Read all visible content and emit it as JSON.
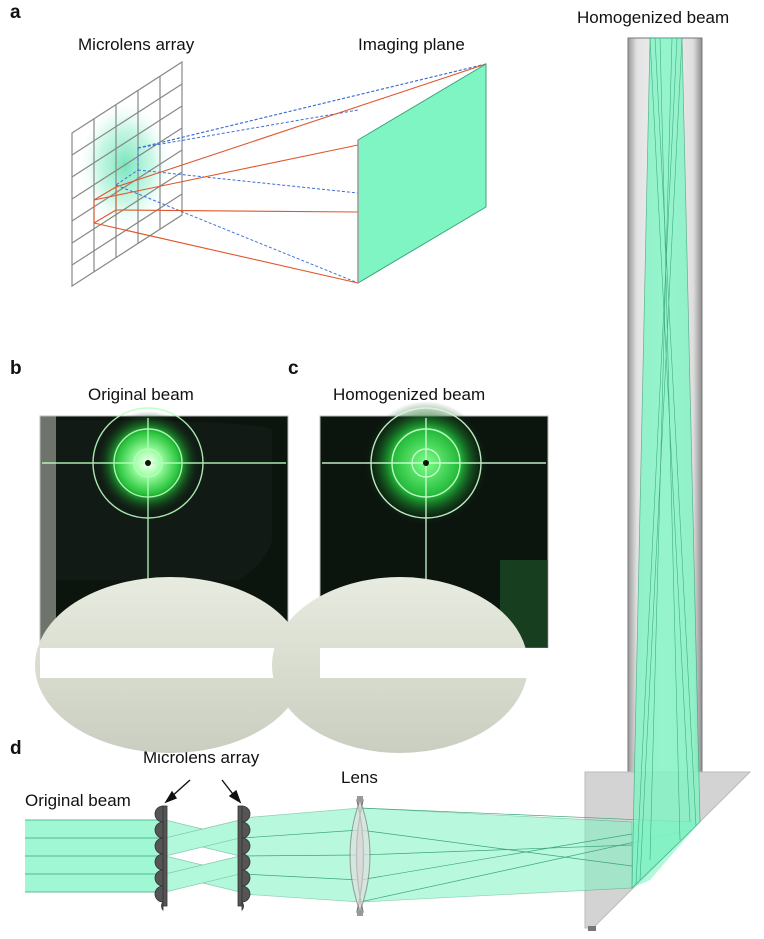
{
  "panels": {
    "a": {
      "letter": "a",
      "lens_label": "Microlens array",
      "plane_label": "Imaging plane"
    },
    "b": {
      "letter": "b",
      "title": "Original beam"
    },
    "c": {
      "letter": "c",
      "title": "Homogenized beam"
    },
    "d": {
      "letter": "d",
      "input_label": "Original beam",
      "mla_label": "Microlens array",
      "lens_label": "Lens",
      "output_label": "Homogenized beam"
    }
  },
  "colors": {
    "beam": "#7ff5c4",
    "beam_stroke": "#3aa57a",
    "ray_blue": "#3b6fd6",
    "ray_orange": "#e0572c",
    "laser_green": "#3dff5a",
    "lens_grey": "#555555"
  }
}
